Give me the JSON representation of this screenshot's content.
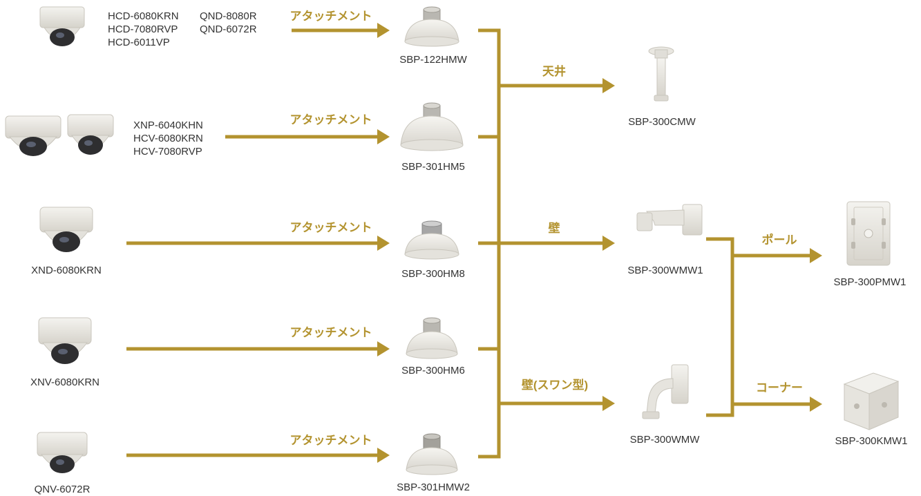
{
  "colors": {
    "accent": "#b3932f",
    "text": "#333333",
    "device": "#e8e6e0",
    "lens": "#2e2e30"
  },
  "connector_label": "アタッチメント",
  "cameras": [
    {
      "models": [
        "HCD-6080KRN",
        "QND-8080R",
        "HCD-7080RVP",
        "QND-6072R",
        "HCD-6011VP"
      ]
    },
    {
      "models": [
        "XNP-6040KHN",
        "HCV-6080KRN",
        "HCV-7080RVP"
      ]
    },
    {
      "models": [
        "XND-6080KRN"
      ]
    },
    {
      "models": [
        "XNV-6080KRN"
      ]
    },
    {
      "models": [
        "QNV-6072R"
      ]
    }
  ],
  "adapters": [
    "SBP-122HMW",
    "SBP-301HM5",
    "SBP-300HM8",
    "SBP-300HM6",
    "SBP-301HMW2"
  ],
  "mounts": [
    {
      "label": "天井",
      "name": "SBP-300CMW"
    },
    {
      "label": "壁",
      "name": "SBP-300WMW1"
    },
    {
      "label": "壁(スワン型)",
      "name": "SBP-300WMW"
    }
  ],
  "accessories": [
    {
      "label": "ポール",
      "name": "SBP-300PMW1"
    },
    {
      "label": "コーナー",
      "name": "SBP-300KMW1"
    }
  ]
}
